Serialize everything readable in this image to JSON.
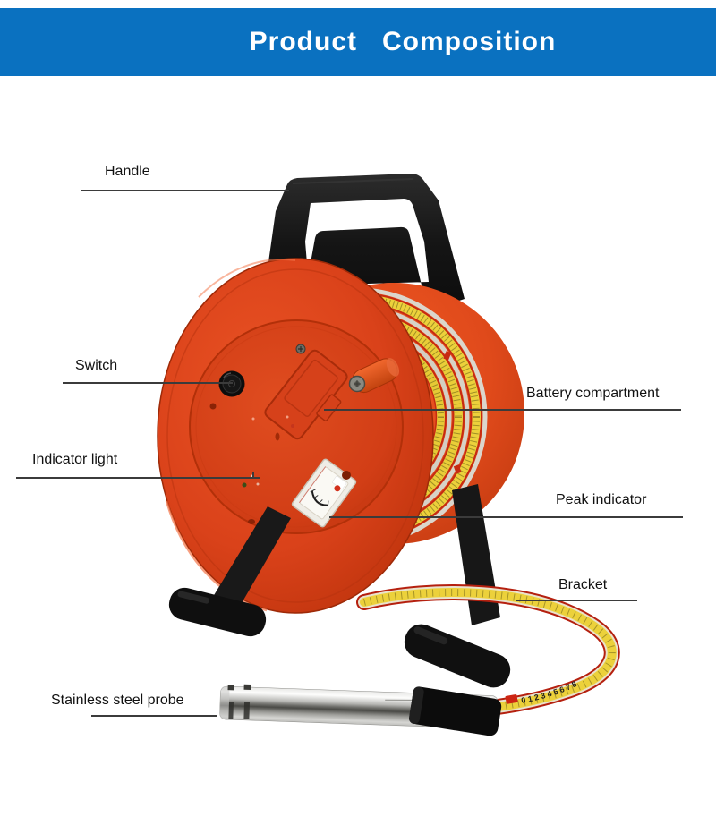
{
  "header": {
    "title": "Product   Composition"
  },
  "callouts": {
    "handle": "Handle",
    "switch": "Switch",
    "indicator_light": "Indicator light",
    "battery_compartment": "Battery compartment",
    "peak_indicator": "Peak indicator",
    "bracket": "Bracket",
    "probe": "Stainless steel probe"
  },
  "tape_markings": "0  1  2  3  4  5  6  7  8",
  "colors": {
    "header_background": "#0a71c0",
    "header_text": "#ffffff",
    "reel_red": "#d8421a",
    "reel_red_dark": "#a82c08",
    "tape_yellow": "#ecd13b",
    "tape_red_stripe": "#c62a12",
    "frame_black": "#161616",
    "probe_steel": "#b9b9b6",
    "callout_line": "#3b3b3b",
    "label_text": "#111111"
  }
}
